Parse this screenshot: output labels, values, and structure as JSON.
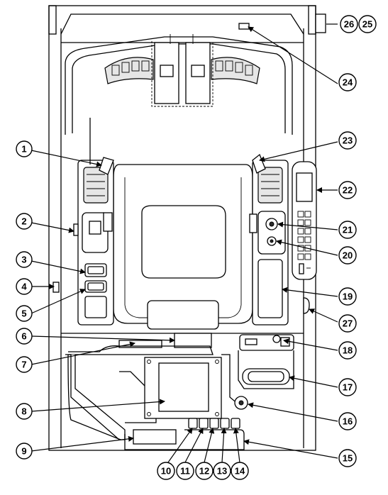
{
  "callouts": [
    {
      "id": "1",
      "label": "1"
    },
    {
      "id": "2",
      "label": "2"
    },
    {
      "id": "3",
      "label": "3"
    },
    {
      "id": "4",
      "label": "4"
    },
    {
      "id": "5",
      "label": "5"
    },
    {
      "id": "6",
      "label": "6"
    },
    {
      "id": "7",
      "label": "7"
    },
    {
      "id": "8",
      "label": "8"
    },
    {
      "id": "9",
      "label": "9"
    },
    {
      "id": "10",
      "label": "10"
    },
    {
      "id": "11",
      "label": "11"
    },
    {
      "id": "12",
      "label": "12"
    },
    {
      "id": "13",
      "label": "13"
    },
    {
      "id": "14",
      "label": "14"
    },
    {
      "id": "15",
      "label": "15"
    },
    {
      "id": "16",
      "label": "16"
    },
    {
      "id": "17",
      "label": "17"
    },
    {
      "id": "18",
      "label": "18"
    },
    {
      "id": "19",
      "label": "19"
    },
    {
      "id": "20",
      "label": "20"
    },
    {
      "id": "21",
      "label": "21"
    },
    {
      "id": "22",
      "label": "22"
    },
    {
      "id": "23",
      "label": "23"
    },
    {
      "id": "24",
      "label": "24"
    },
    {
      "id": "25",
      "label": "25"
    },
    {
      "id": "26",
      "label": "26"
    },
    {
      "id": "27",
      "label": "27"
    }
  ]
}
